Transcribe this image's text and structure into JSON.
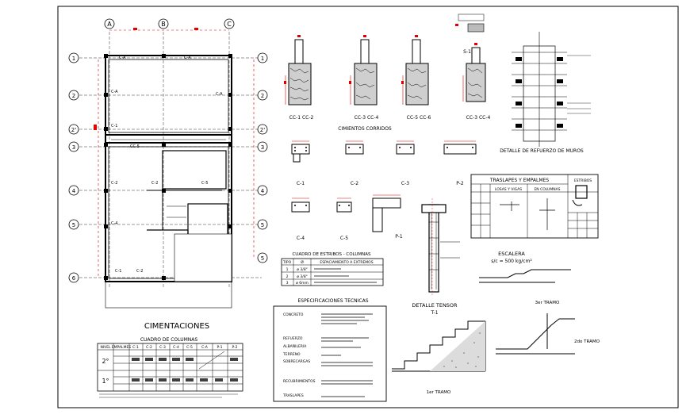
{
  "plan": {
    "title": "CIMENTACIONES",
    "axes_letters": [
      "A",
      "B",
      "C"
    ],
    "axes_numbers": [
      "1",
      "2",
      "2'",
      "3",
      "4",
      "5",
      "6"
    ],
    "right_axes_numbers": [
      "1",
      "2",
      "2'",
      "3",
      "4",
      "5",
      "5"
    ],
    "labels": {
      "ca1": "C-A",
      "ca2": "C-A",
      "ca3": "C-A",
      "ca4": "C-A",
      "c2a": "C-2",
      "c2b": "C-2",
      "c1": "C-1",
      "c5": "C-5",
      "cc5": "CC-5",
      "c1b": "C-1",
      "c2c": "C-2",
      "c4": "C-4"
    }
  },
  "footings": {
    "labels": [
      "CC-1 CC-2",
      "CC-3 CC-4",
      "CC-5 CC-6",
      "CC-3 CC-4"
    ],
    "section_label": "S-1"
  },
  "cimientos": {
    "title": "CIMIENTOS CORRIDOS",
    "labels_row1": [
      "C-1",
      "C-2",
      "C-3",
      "P-2"
    ],
    "labels_row2": [
      "C-4",
      "C-5",
      "P-1"
    ]
  },
  "muros": {
    "title": "DETALLE DE REFUERZO DE MUROS"
  },
  "traslapes": {
    "title": "TRASLAPES Y EMPALMES",
    "sub1": "LOSAS Y VIGAS",
    "sub2": "EN COLUMNAS",
    "sub3": "ESTRIBOS"
  },
  "estribos": {
    "title": "CUADRO DE ESTRIBOS - COLUMNAS",
    "headers": [
      "TIPO",
      "Ø",
      "ESPACIAMIENTO A EXTREMOS"
    ],
    "rows": [
      [
        "1",
        "ø 3/8\"",
        ""
      ],
      [
        "2",
        "ø 3/8\"",
        ""
      ],
      [
        "3",
        "ø 6mm",
        ""
      ]
    ]
  },
  "tensor": {
    "title": "DETALLE TENSOR",
    "sub": "T-1"
  },
  "escalera": {
    "title": "ESCALERA",
    "load": "s/c = 500 kg/cm²",
    "tramo3": "3er TRAMO",
    "tramo2": "2do TRAMO",
    "tramo1": "1er TRAMO"
  },
  "especificaciones": {
    "title": "ESPECIFICACIONES TECNICAS",
    "items": [
      "CONCRETO",
      "REFUERZO",
      "ALBAÑILERIA",
      "TERRENO",
      "SOBRECARGAS",
      "RECUBRIMIENTOS",
      "TRASLAPES"
    ]
  },
  "columnas": {
    "title": "CUADRO DE COLUMNAS",
    "headers": [
      "NIVEL",
      "EMPALMES",
      "C-1",
      "C-2",
      "C-3",
      "C-4",
      "C-5",
      "C-A",
      "P-1",
      "P-2"
    ],
    "levels": [
      "2°",
      "1°"
    ]
  }
}
